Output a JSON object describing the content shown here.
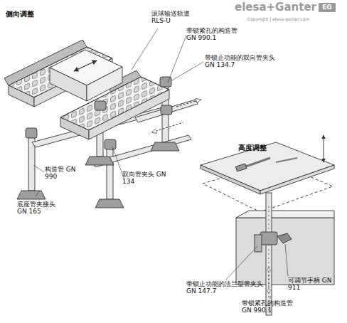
{
  "diagram": {
    "labels": [
      "侧向调整",
      "滚球输送轨道 RLS-U",
      "带锁紧孔的构造管 GN 990.1",
      "带锁止功能的双向管夹头 GN 134.7",
      "构造管 GN 990",
      "底座管夹接头 GN 165",
      "双向管夹头 GN 134",
      "高度调整",
      "带锁止功能的法兰型管夹头 GN 147.7",
      "带锁紧孔的构造管 GN 990.1",
      "可调节手柄 GN 911",
      "elesa+Ganter",
      "EG",
      "Copyright | elesa-ganter.com"
    ]
  }
}
